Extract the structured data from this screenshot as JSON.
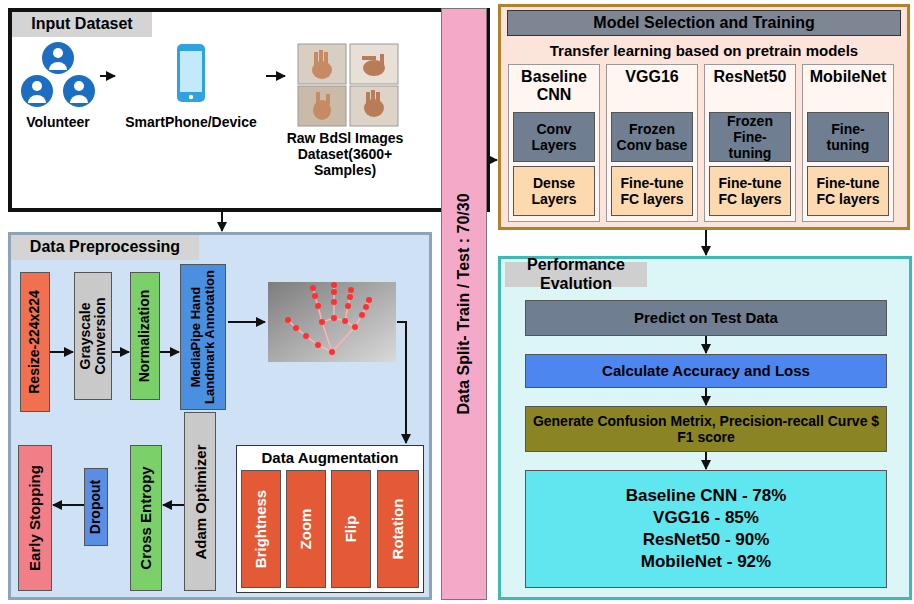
{
  "diagram": {
    "nodes": [
      {
        "text": [
          "Input Dataset"
        ]
      },
      {
        "text": [
          "Volunteer"
        ],
        "in": 0
      },
      {
        "text": [
          "SmartPhone/Device"
        ],
        "in": 0
      },
      {
        "text": [
          "Raw BdSl Images Dataset(3600+ Samples)"
        ],
        "in": 0
      },
      {
        "text": [
          "Data Preprocessing"
        ]
      },
      {
        "text": [
          "Resize-224x224"
        ],
        "in": 4
      },
      {
        "text": [
          "Grayscale Conversion"
        ],
        "in": 4
      },
      {
        "text": [
          "Normalization"
        ],
        "in": 4
      },
      {
        "text": [
          "MediaPipe Hand Landmark Annotation"
        ],
        "in": 4
      },
      {
        "text": [
          "Data Augmentation"
        ],
        "in": 4
      },
      {
        "text": [
          "Brightness"
        ],
        "in": 9
      },
      {
        "text": [
          "Zoom"
        ],
        "in": 9
      },
      {
        "text": [
          "Flip"
        ],
        "in": 9
      },
      {
        "text": [
          "Rotation"
        ],
        "in": 9
      },
      {
        "text": [
          "Early Stopping"
        ],
        "in": 4
      },
      {
        "text": [
          "Dropout"
        ],
        "in": 4
      },
      {
        "text": [
          "Cross Entropy"
        ],
        "in": 4
      },
      {
        "text": [
          "Adam Optimizer"
        ],
        "in": 4
      },
      {
        "text": [
          "Data Split- Train / Test : 70/30"
        ]
      },
      {
        "text": [
          "Model Selection and Training",
          "Transfer learning based on pretrain models"
        ]
      },
      {
        "text": [
          "Baseline CNN"
        ],
        "in": 19
      },
      {
        "text": [
          "Conv Layers"
        ],
        "in": 20
      },
      {
        "text": [
          "Dense Layers"
        ],
        "in": 20
      },
      {
        "text": [
          "VGG16"
        ],
        "in": 19
      },
      {
        "text": [
          "Frozen Conv base"
        ],
        "in": 23
      },
      {
        "text": [
          "Fine-tune FC layers"
        ],
        "in": 23
      },
      {
        "text": [
          "ResNet50"
        ],
        "in": 19
      },
      {
        "text": [
          "Frozen Fine-tuning"
        ],
        "in": 26
      },
      {
        "text": [
          "Fine-tune FC layers"
        ],
        "in": 26
      },
      {
        "text": [
          "MobileNet"
        ],
        "in": 19
      },
      {
        "text": [
          "Fine-tuning"
        ],
        "in": 29
      },
      {
        "text": [
          "Fine-tune FC layers"
        ],
        "in": 29
      },
      {
        "text": [
          "Performance Evalution"
        ]
      },
      {
        "text": [
          "Predict on Test Data"
        ],
        "in": 32
      },
      {
        "text": [
          "Calculate Accuracy and Loss"
        ],
        "in": 32
      },
      {
        "text": [
          "Generate Confusion Metrix, Precision-recall Curve $ F1 score"
        ],
        "in": 32
      },
      {
        "text": [
          "Baseline CNN - 78%",
          "VGG16 - 85%",
          "ResNet50 - 90%",
          "MobileNet - 92%"
        ],
        "in": 32
      }
    ],
    "edges": [
      {
        "from": 0,
        "to": 4,
        "arrow": "to"
      },
      {
        "from": 1,
        "to": 2,
        "arrow": "to"
      },
      {
        "from": 2,
        "to": 3,
        "arrow": "to"
      },
      {
        "from": 5,
        "to": 6,
        "arrow": "to"
      },
      {
        "from": 6,
        "to": 7,
        "arrow": "to"
      },
      {
        "from": 7,
        "to": 8,
        "arrow": "to"
      },
      {
        "from": 17,
        "to": 16,
        "arrow": "to"
      },
      {
        "from": 15,
        "to": 14,
        "arrow": "to"
      },
      {
        "from": 18,
        "to": 19,
        "arrow": "to"
      },
      {
        "from": 19,
        "to": 32,
        "arrow": "to"
      },
      {
        "from": 33,
        "to": 34,
        "arrow": "to"
      },
      {
        "from": 34,
        "to": 35,
        "arrow": "to"
      },
      {
        "from": 35,
        "to": 36,
        "arrow": "to"
      }
    ]
  }
}
